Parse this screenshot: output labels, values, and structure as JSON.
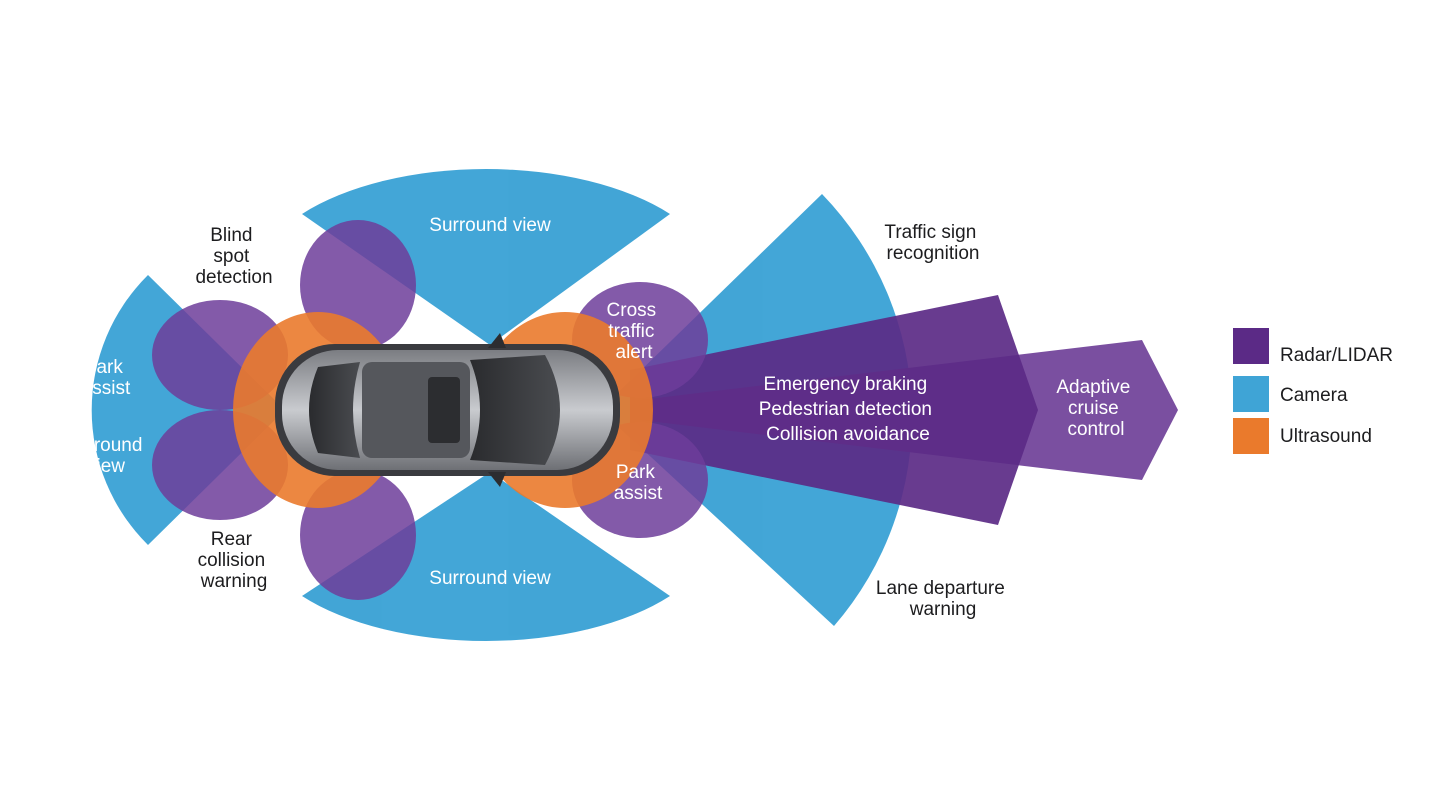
{
  "colors": {
    "radar": "#5b2a86",
    "camera": "#3fa4d6",
    "ultrasound": "#ea7a2c",
    "text_dark": "#1d1d1f",
    "text_light": "#ffffff"
  },
  "zones": {
    "surround_view_top": "Surround view",
    "surround_view_bottom": "Surround view",
    "park_assist_rear": [
      "Park",
      "assist"
    ],
    "surround_view_rear": [
      "Surround",
      "view"
    ],
    "blind_spot": [
      "Blind",
      "spot",
      "detection"
    ],
    "rear_collision": [
      "Rear",
      "collision",
      "warning"
    ],
    "cross_traffic": [
      "Cross",
      "traffic",
      "alert"
    ],
    "park_assist_front": [
      "Park",
      "assist"
    ],
    "traffic_sign": [
      "Traffic sign",
      "recognition"
    ],
    "lane_departure": [
      "Lane departure",
      "warning"
    ],
    "front_radar": [
      "Emergency braking",
      "Pedestrian detection",
      "Collision avoidance"
    ],
    "adaptive_cruise": [
      "Adaptive",
      "cruise",
      "control"
    ]
  },
  "legend": [
    {
      "label": "Radar/LIDAR",
      "color": "#5b2a86"
    },
    {
      "label": "Camera",
      "color": "#3fa4d6"
    },
    {
      "label": "Ultrasound",
      "color": "#ea7a2c"
    }
  ]
}
